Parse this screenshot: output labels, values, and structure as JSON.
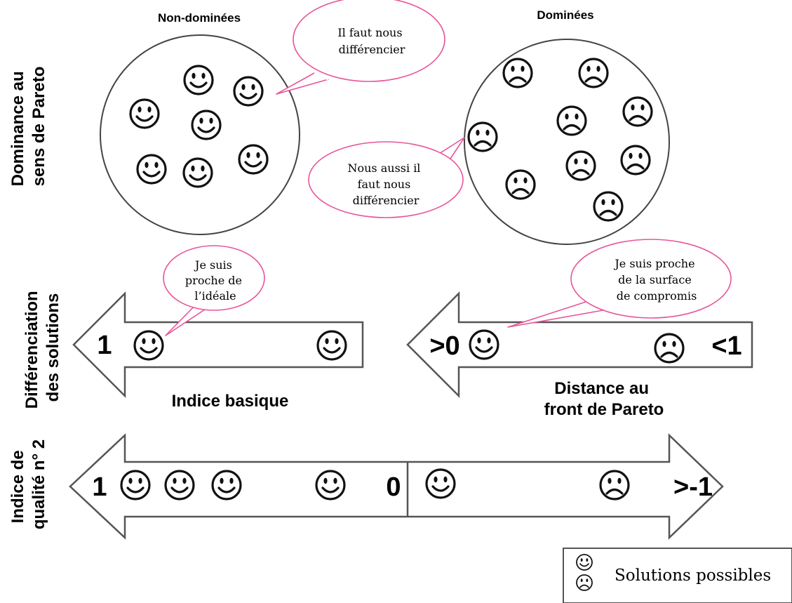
{
  "row1": {
    "side_label_line1": "Dominance au",
    "side_label_line2": "sens de Pareto",
    "group_left_title": "Non-dominées",
    "group_right_title": "Dominées",
    "bubble_top": [
      "Il faut nous",
      "différencier"
    ],
    "bubble_middle": [
      "Nous aussi il",
      "faut nous",
      "différencier"
    ]
  },
  "row2": {
    "side_label_line1": "Différenciation",
    "side_label_line2": "des solutions",
    "left_arrow": {
      "end_value": "1",
      "caption": "Indice basique"
    },
    "right_arrow": {
      "start_value": ">0",
      "end_value": "<1",
      "caption_line1": "Distance au",
      "caption_line2": "front de Pareto"
    },
    "bubble_left": [
      "Je suis",
      "proche de",
      "l’idéale"
    ],
    "bubble_right": [
      "Je suis proche",
      "de la surface",
      "de compromis"
    ]
  },
  "row3": {
    "side_label_line1": "Indice de",
    "side_label_line2": "qualité n° 2",
    "left_value": "1",
    "middle_value": "0",
    "right_value": ">-1"
  },
  "legend": {
    "label": "Solutions possibles"
  },
  "colors": {
    "bubble_border": "#e8559a",
    "bubble_fill": "#ffffff",
    "stroke": "#333333",
    "face": "#111111"
  },
  "icons": [
    "happy-face-icon",
    "sad-face-icon"
  ]
}
